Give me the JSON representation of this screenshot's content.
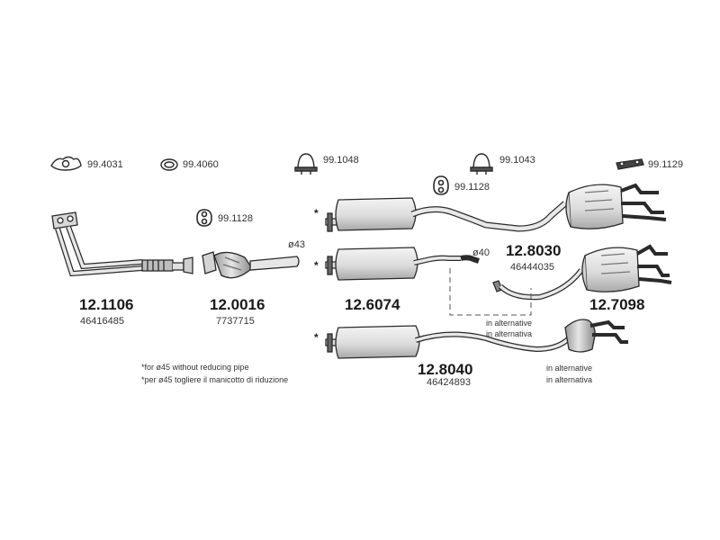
{
  "colors": {
    "ink": "#2a2a2a",
    "fill_light": "#e4e4e4",
    "fill_mid": "#bdbdbd",
    "fill_dark": "#8c8c8c"
  },
  "accessories": [
    {
      "code": "99.4031",
      "icon": "flange-gasket-icon"
    },
    {
      "code": "99.4060",
      "icon": "ring-gasket-icon"
    },
    {
      "code": "99.1048",
      "icon": "clamp-icon"
    },
    {
      "code": "99.1043",
      "icon": "clamp-icon"
    },
    {
      "code": "99.1129",
      "icon": "rubber-mount-strip-icon"
    },
    {
      "code": "99.1128",
      "icon": "rubber-hanger-icon"
    },
    {
      "code": "99.1128",
      "icon": "rubber-hanger-icon"
    }
  ],
  "parts": [
    {
      "number": "12.1106",
      "oem": "46416485",
      "icon": "front-downpipe-icon"
    },
    {
      "number": "12.0016",
      "oem": "7737715",
      "icon": "catalytic-converter-icon"
    },
    {
      "number": "12.6074",
      "oem": "",
      "icon": "middle-silencer-icon"
    },
    {
      "number": "12.8030",
      "oem": "46444035",
      "icon": "rear-silencer-icon"
    },
    {
      "number": "12.7098",
      "oem": "",
      "icon": "rear-silencer-icon"
    },
    {
      "number": "12.8040",
      "oem": "46424893",
      "icon": "middle-rear-silencer-icon"
    }
  ],
  "diameters": {
    "d43": "ø43",
    "d40": "ø40"
  },
  "alternative_notes": {
    "en": "in alternative",
    "it": "in alternativa"
  },
  "footnote": {
    "marker": "*",
    "en": "*for ø45 without reducing pipe",
    "it": "*per ø45 togliere il manicotto di riduzione"
  }
}
